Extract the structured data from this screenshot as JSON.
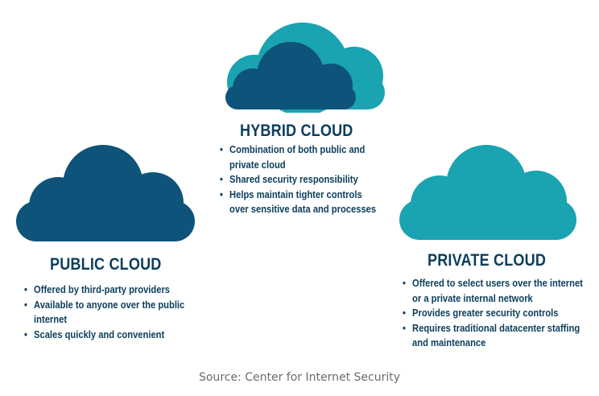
{
  "hybrid": {
    "title": "HYBRID CLOUD",
    "bullets": [
      "Combination of both public and private cloud",
      "Shared security responsibility",
      "Helps maintain tighter controls over sensitive data and processes"
    ]
  },
  "public": {
    "title": "PUBLIC CLOUD",
    "bullets": [
      "Offered by third-party providers",
      "Available to anyone over the public internet",
      "Scales quickly and convenient"
    ]
  },
  "private": {
    "title": "PRIVATE CLOUD",
    "bullets": [
      "Offered to select users over the internet or a private internal network",
      "Provides greater security controls",
      "Requires traditional datacenter staffing and maintenance"
    ]
  },
  "source": "Source: Center for Internet Security",
  "colors": {
    "dark_blue": "#0e5379",
    "teal": "#1aa3b0",
    "text": "#0c3e5c",
    "source_text": "#6b6b6b"
  }
}
